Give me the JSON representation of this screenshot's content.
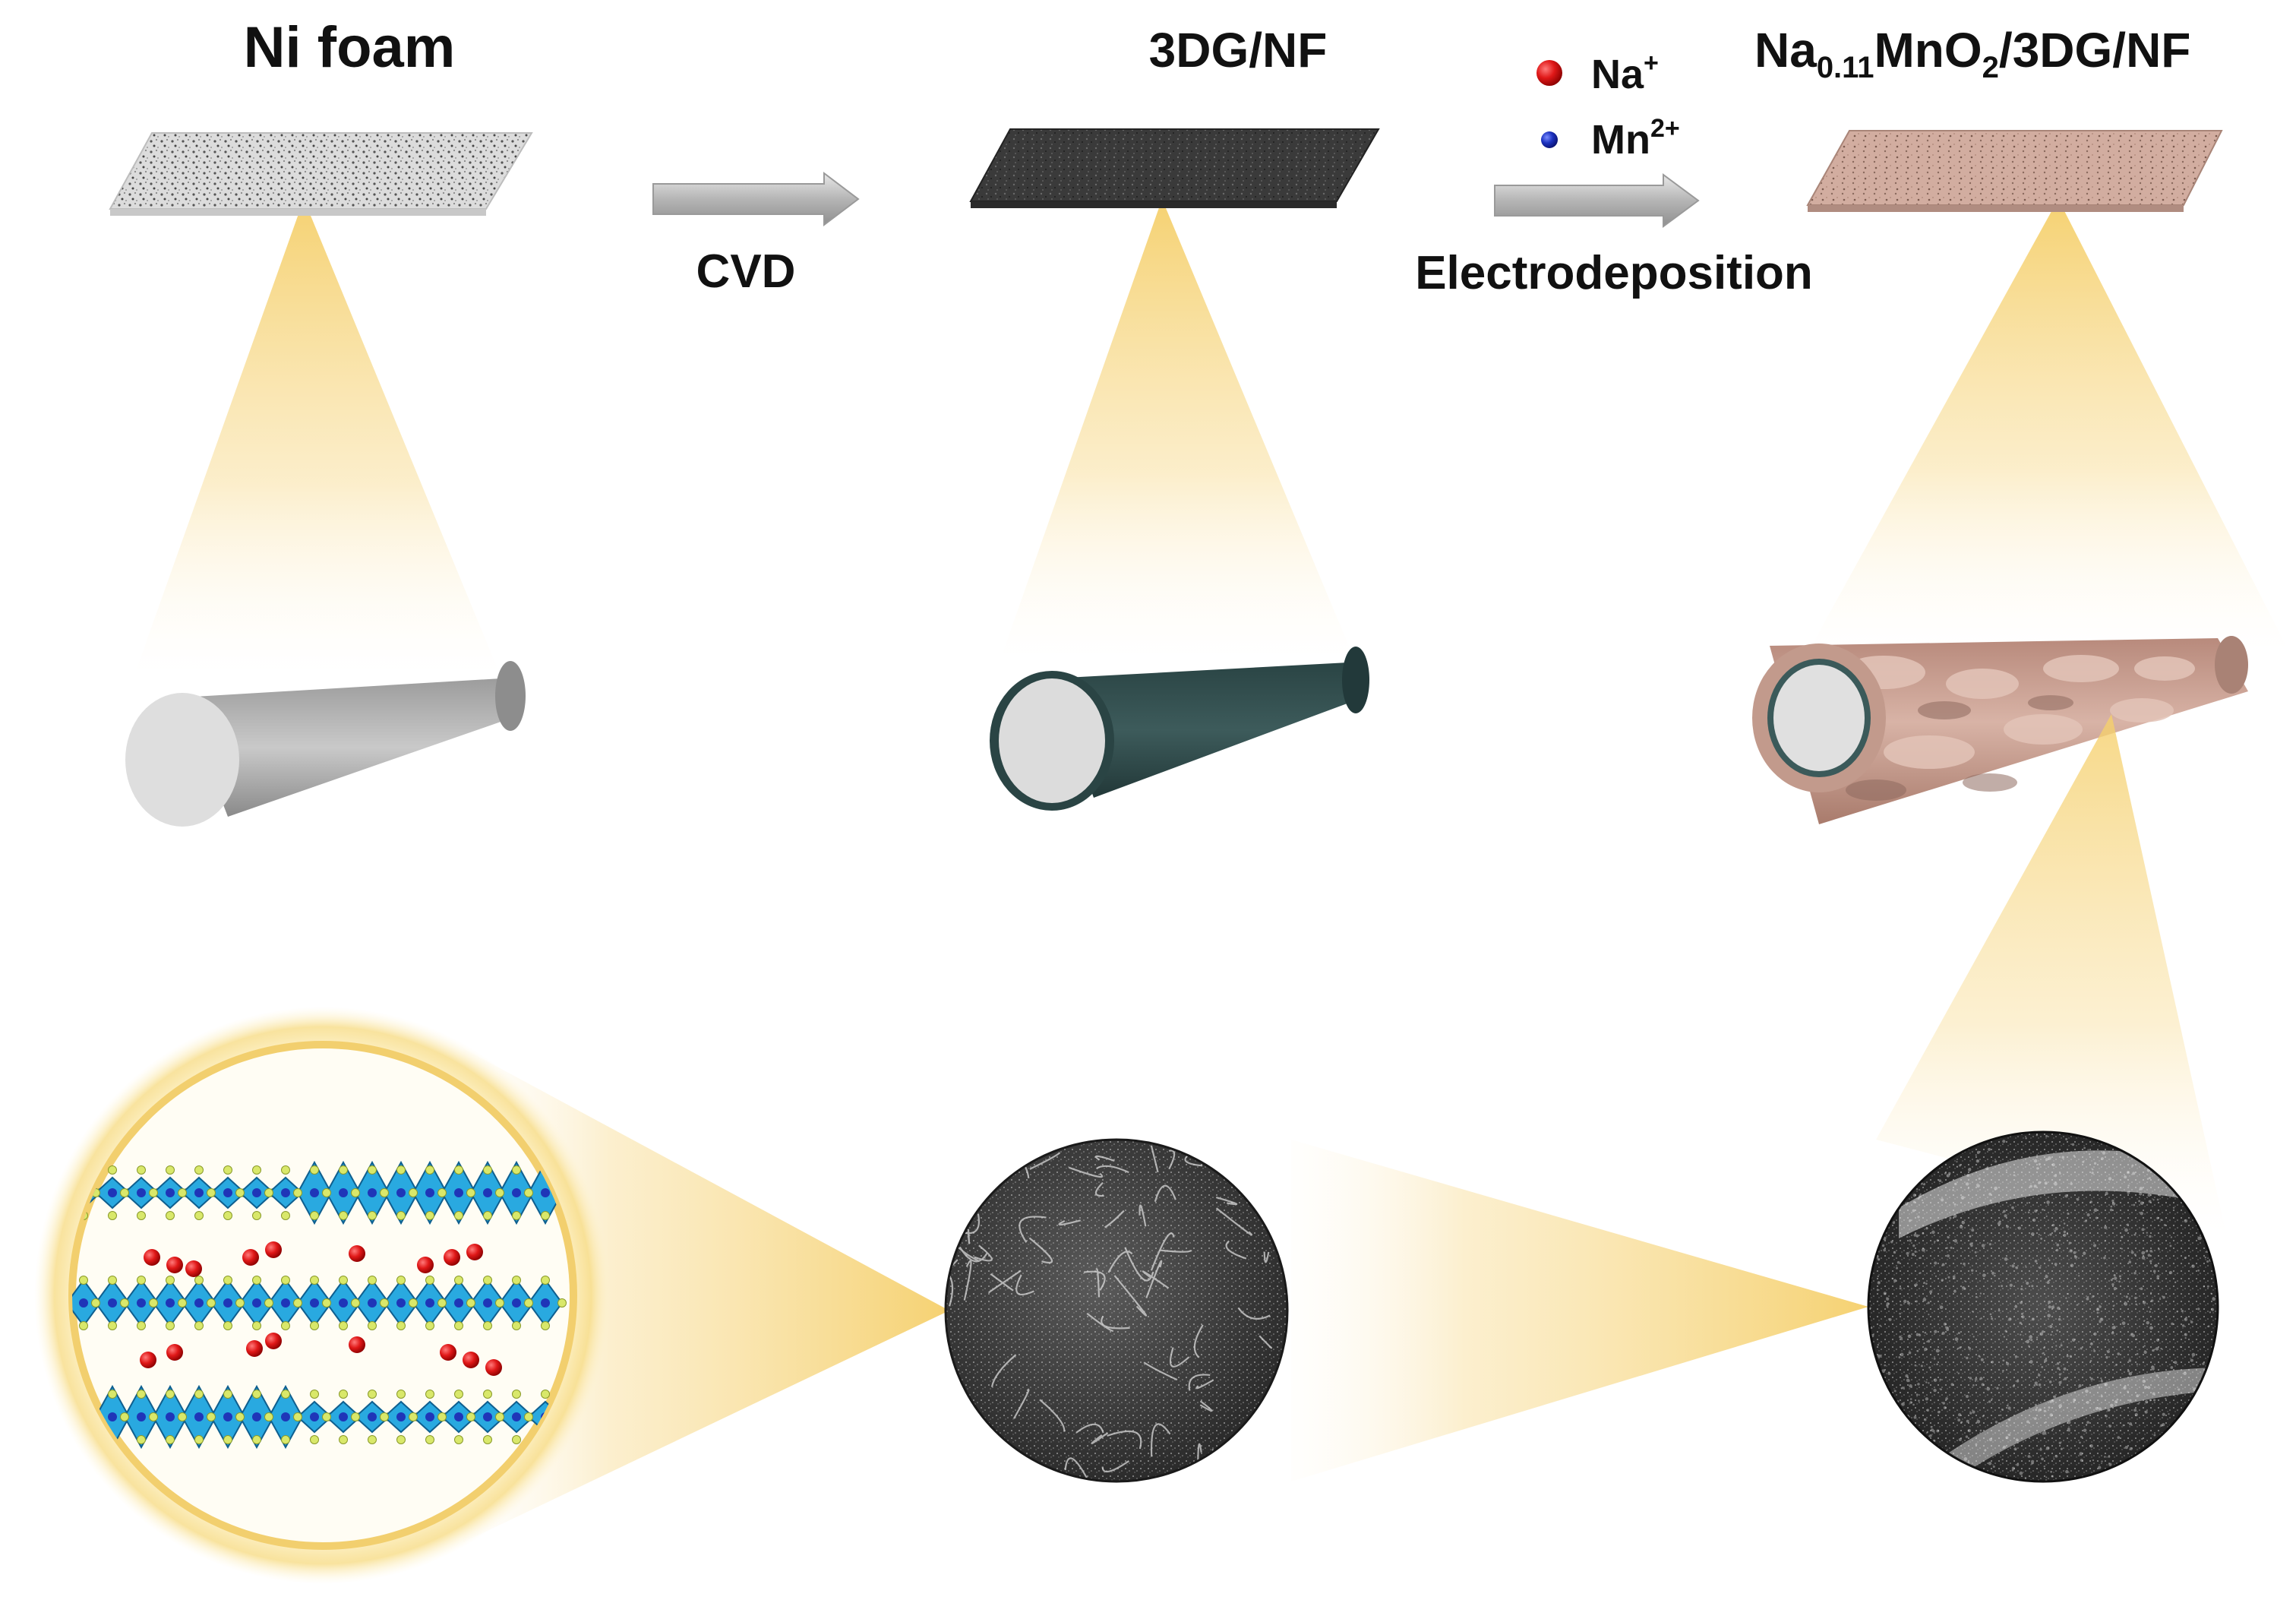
{
  "stages": [
    {
      "title": "Ni foam"
    },
    {
      "title": "3DG/NF"
    },
    {
      "title_main": "Na",
      "title_sub": "0.11",
      "title_mid": "MnO",
      "title_sub2": "2",
      "title_tail": "/3DG/NF"
    }
  ],
  "arrows": [
    {
      "label": "CVD"
    },
    {
      "label": "Electrodeposition"
    }
  ],
  "legend": [
    {
      "ion": "Na",
      "charge": "+",
      "color": "#d81414"
    },
    {
      "ion": "Mn",
      "charge": "2+",
      "color": "#1a2fb0"
    }
  ],
  "colors": {
    "ni_foam": "#d9d9d9",
    "graphene": "#3a3a3a",
    "na_mno2": "#d4b1a4",
    "rod_gray": "#b8b8b8",
    "rod_dark": "#2f4a4a",
    "rod_pink": "#c9a090",
    "beam": "#f6d37a",
    "octahedra": "#29a9e0"
  }
}
